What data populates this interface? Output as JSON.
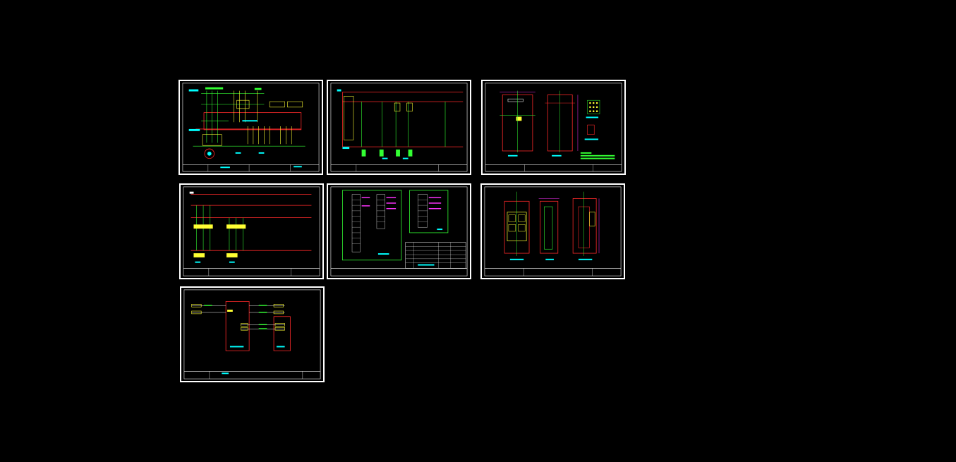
{
  "viewport": {
    "background": "#000000"
  },
  "colors": {
    "frame": "#ffffff",
    "wire_red": "#ff2a2a",
    "wire_green": "#33ff33",
    "component_yellow": "#ffff33",
    "label_cyan": "#00ffff",
    "dimension_magenta": "#ff33ff"
  },
  "sheets": [
    {
      "id": "sheet-1",
      "kind": "main-circuit-schematic"
    },
    {
      "id": "sheet-2",
      "kind": "control-circuit-schematic"
    },
    {
      "id": "sheet-3",
      "kind": "cabinet-layout"
    },
    {
      "id": "sheet-4",
      "kind": "auxiliary-circuit-schematic"
    },
    {
      "id": "sheet-5",
      "kind": "terminal-table"
    },
    {
      "id": "sheet-6",
      "kind": "cabinet-elevations"
    },
    {
      "id": "sheet-7",
      "kind": "wiring-diagram"
    }
  ]
}
